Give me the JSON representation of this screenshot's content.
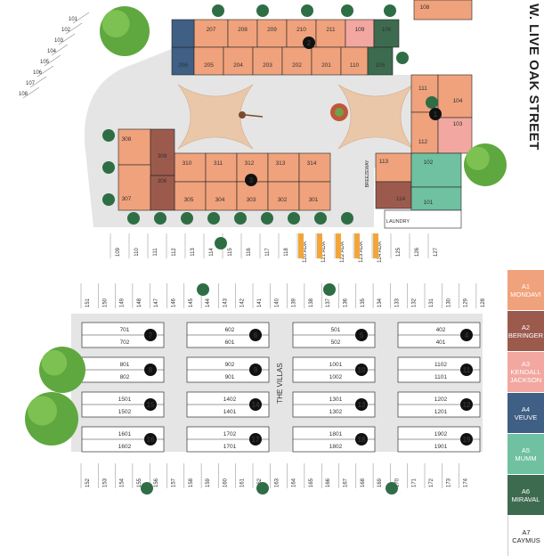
{
  "street_name": "W. LIVE OAK STREET",
  "villas_label": "THE VILLAS",
  "breezeway_label": "BREEZEWAY",
  "laundry_label": "LAUNDRY",
  "colors": {
    "A1": "#f0a27c",
    "A2": "#9c5a4d",
    "A3": "#f2a7a0",
    "A4": "#3f5f84",
    "A5": "#6fc1a2",
    "A6": "#3d6b4f",
    "A7": "#ffffff",
    "courtyard": "#e5e5e5",
    "tree": "#5fa83f",
    "shrub": "#2f6e45",
    "parking_line": "#888888"
  },
  "legend": [
    {
      "code": "A1",
      "name": "MONDAVI",
      "color": "#f0a27c"
    },
    {
      "code": "A2",
      "name": "BERINGER",
      "color": "#9c5a4d"
    },
    {
      "code": "A3",
      "name": "KENDALL JACKSON",
      "color": "#f2a7a0"
    },
    {
      "code": "A4",
      "name": "VEUVE",
      "color": "#3f5f84"
    },
    {
      "code": "A5",
      "name": "MUMM",
      "color": "#6fc1a2"
    },
    {
      "code": "A6",
      "name": "MIRAVAL",
      "color": "#3d6b4f"
    },
    {
      "code": "A7",
      "name": "CAYMUS",
      "color": "#ffffff"
    }
  ],
  "buildings": {
    "b1": {
      "num": "1",
      "units": [
        {
          "n": "111",
          "t": "A1"
        },
        {
          "n": "104",
          "t": "A1"
        },
        {
          "n": "112",
          "t": "A1"
        },
        {
          "n": "103",
          "t": "A3"
        },
        {
          "n": "108",
          "t": "A1"
        }
      ]
    },
    "b2": {
      "num": "2",
      "top": [
        {
          "n": "207",
          "t": "A1"
        },
        {
          "n": "208",
          "t": "A1"
        },
        {
          "n": "209",
          "t": "A1"
        },
        {
          "n": "210",
          "t": "A1"
        },
        {
          "n": "211",
          "t": "A1"
        },
        {
          "n": "109",
          "t": "A3"
        },
        {
          "n": "106",
          "t": "A6"
        }
      ],
      "bottom": [
        {
          "n": "206",
          "t": "A4"
        },
        {
          "n": "205",
          "t": "A1"
        },
        {
          "n": "204",
          "t": "A1"
        },
        {
          "n": "203",
          "t": "A1"
        },
        {
          "n": "202",
          "t": "A1"
        },
        {
          "n": "201",
          "t": "A1"
        },
        {
          "n": "110",
          "t": "A1"
        },
        {
          "n": "105",
          "t": "A6"
        }
      ]
    },
    "b3": {
      "num": "3",
      "top": [
        {
          "n": "310",
          "t": "A1"
        },
        {
          "n": "311",
          "t": "A1"
        },
        {
          "n": "312",
          "t": "A1"
        },
        {
          "n": "313",
          "t": "A1"
        },
        {
          "n": "314",
          "t": "A1"
        }
      ],
      "bottom": [
        {
          "n": "305",
          "t": "A1"
        },
        {
          "n": "304",
          "t": "A1"
        },
        {
          "n": "303",
          "t": "A1"
        },
        {
          "n": "302",
          "t": "A1"
        },
        {
          "n": "301",
          "t": "A1"
        }
      ],
      "left": [
        {
          "n": "308",
          "t": "A1"
        },
        {
          "n": "309",
          "t": "A2"
        },
        {
          "n": "307",
          "t": "A1"
        },
        {
          "n": "306",
          "t": "A2"
        }
      ]
    },
    "small": [
      {
        "n": "113",
        "t": "A1"
      },
      {
        "n": "114",
        "t": "A2"
      },
      {
        "n": "102",
        "t": "A5"
      },
      {
        "n": "101",
        "t": "A5"
      }
    ]
  },
  "villas": [
    {
      "num": "7",
      "top": "701",
      "bottom": "702"
    },
    {
      "num": "6",
      "top": "602",
      "bottom": "601"
    },
    {
      "num": "5",
      "top": "501",
      "bottom": "502"
    },
    {
      "num": "4",
      "top": "402",
      "bottom": "401"
    },
    {
      "num": "8",
      "top": "801",
      "bottom": "802"
    },
    {
      "num": "9",
      "top": "902",
      "bottom": "901"
    },
    {
      "num": "10",
      "top": "1001",
      "bottom": "1002"
    },
    {
      "num": "11",
      "top": "1102",
      "bottom": "1101"
    },
    {
      "num": "15",
      "top": "1501",
      "bottom": "1502"
    },
    {
      "num": "14",
      "top": "1402",
      "bottom": "1401"
    },
    {
      "num": "13",
      "top": "1301",
      "bottom": "1302"
    },
    {
      "num": "12",
      "top": "1202",
      "bottom": "1201"
    },
    {
      "num": "16",
      "top": "1601",
      "bottom": "1602"
    },
    {
      "num": "17",
      "top": "1702",
      "bottom": "1701"
    },
    {
      "num": "18",
      "top": "1801",
      "bottom": "1802"
    },
    {
      "num": "19",
      "top": "1902",
      "bottom": "1901"
    }
  ],
  "parking": {
    "diagonal": [
      "101",
      "102",
      "103",
      "104",
      "105",
      "106",
      "107",
      "108"
    ],
    "row_a": [
      "109",
      "110",
      "111",
      "112",
      "113",
      "114",
      "115",
      "116",
      "117",
      "118",
      "120 ADA",
      "121 ADA",
      "122 ADA",
      "123 ADA",
      "124 ADA",
      "125",
      "126",
      "127"
    ],
    "row_b": [
      "151",
      "150",
      "149",
      "148",
      "147",
      "146",
      "145",
      "144",
      "143",
      "142",
      "141",
      "140",
      "139",
      "138",
      "137",
      "136",
      "135",
      "134",
      "133",
      "132",
      "131",
      "130",
      "129",
      "128"
    ],
    "row_c": [
      "152",
      "153",
      "154",
      "155",
      "156",
      "157",
      "158",
      "159",
      "160",
      "161",
      "162",
      "163",
      "164",
      "165",
      "166",
      "167",
      "168",
      "169",
      "170",
      "171",
      "172",
      "173",
      "174"
    ]
  }
}
